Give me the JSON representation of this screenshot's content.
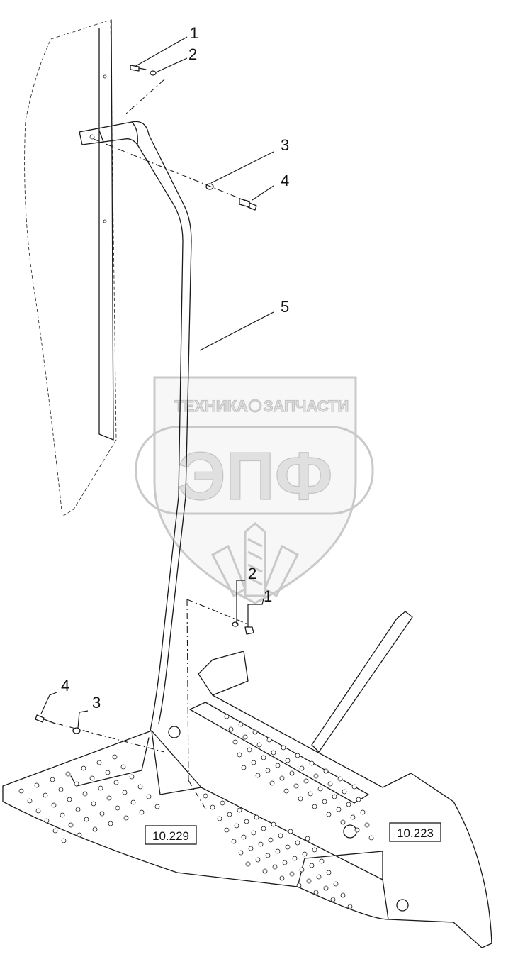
{
  "callouts": {
    "c1_top": "1",
    "c2_top": "2",
    "c3_top": "3",
    "c4_top": "4",
    "c5": "5",
    "c2_mid": "2",
    "c1_mid": "1",
    "c4_bottom": "4",
    "c3_bottom": "3"
  },
  "references": {
    "ref_left": "10.229",
    "ref_right": "10.223"
  },
  "watermark": {
    "top_left": "ТЕХНИКА",
    "top_right": "ЗАПЧАСТИ",
    "big": "ЭПФ"
  }
}
